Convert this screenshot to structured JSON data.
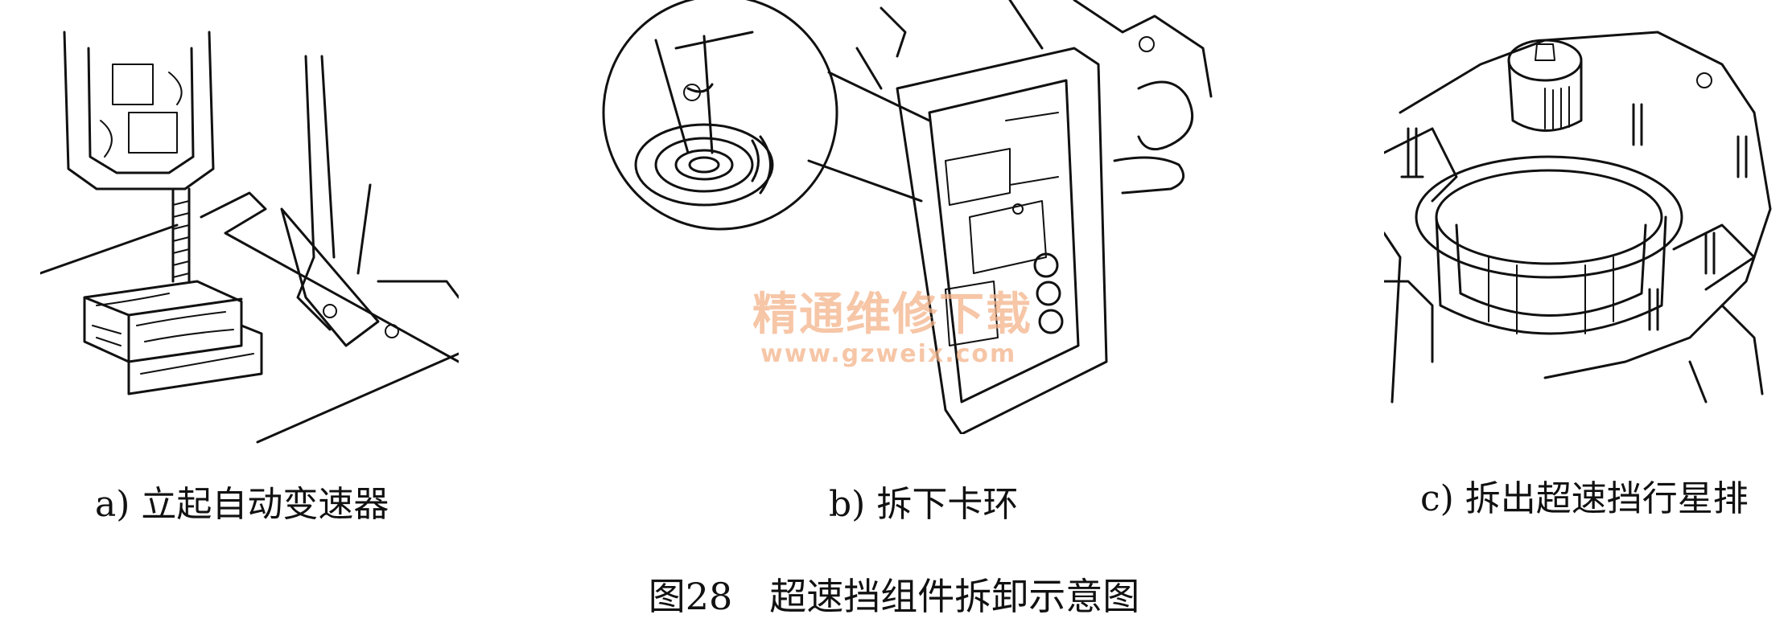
{
  "panels": [
    {
      "caption": "a) 立起自动变速器"
    },
    {
      "caption": "b) 拆下卡环"
    },
    {
      "caption": "c) 拆出超速挡行星排"
    }
  ],
  "figure_title": "图28　超速挡组件拆卸示意图",
  "watermark": {
    "text": "精通维修下载",
    "url": "www.gzweix.com",
    "color": "#f3b38a"
  }
}
